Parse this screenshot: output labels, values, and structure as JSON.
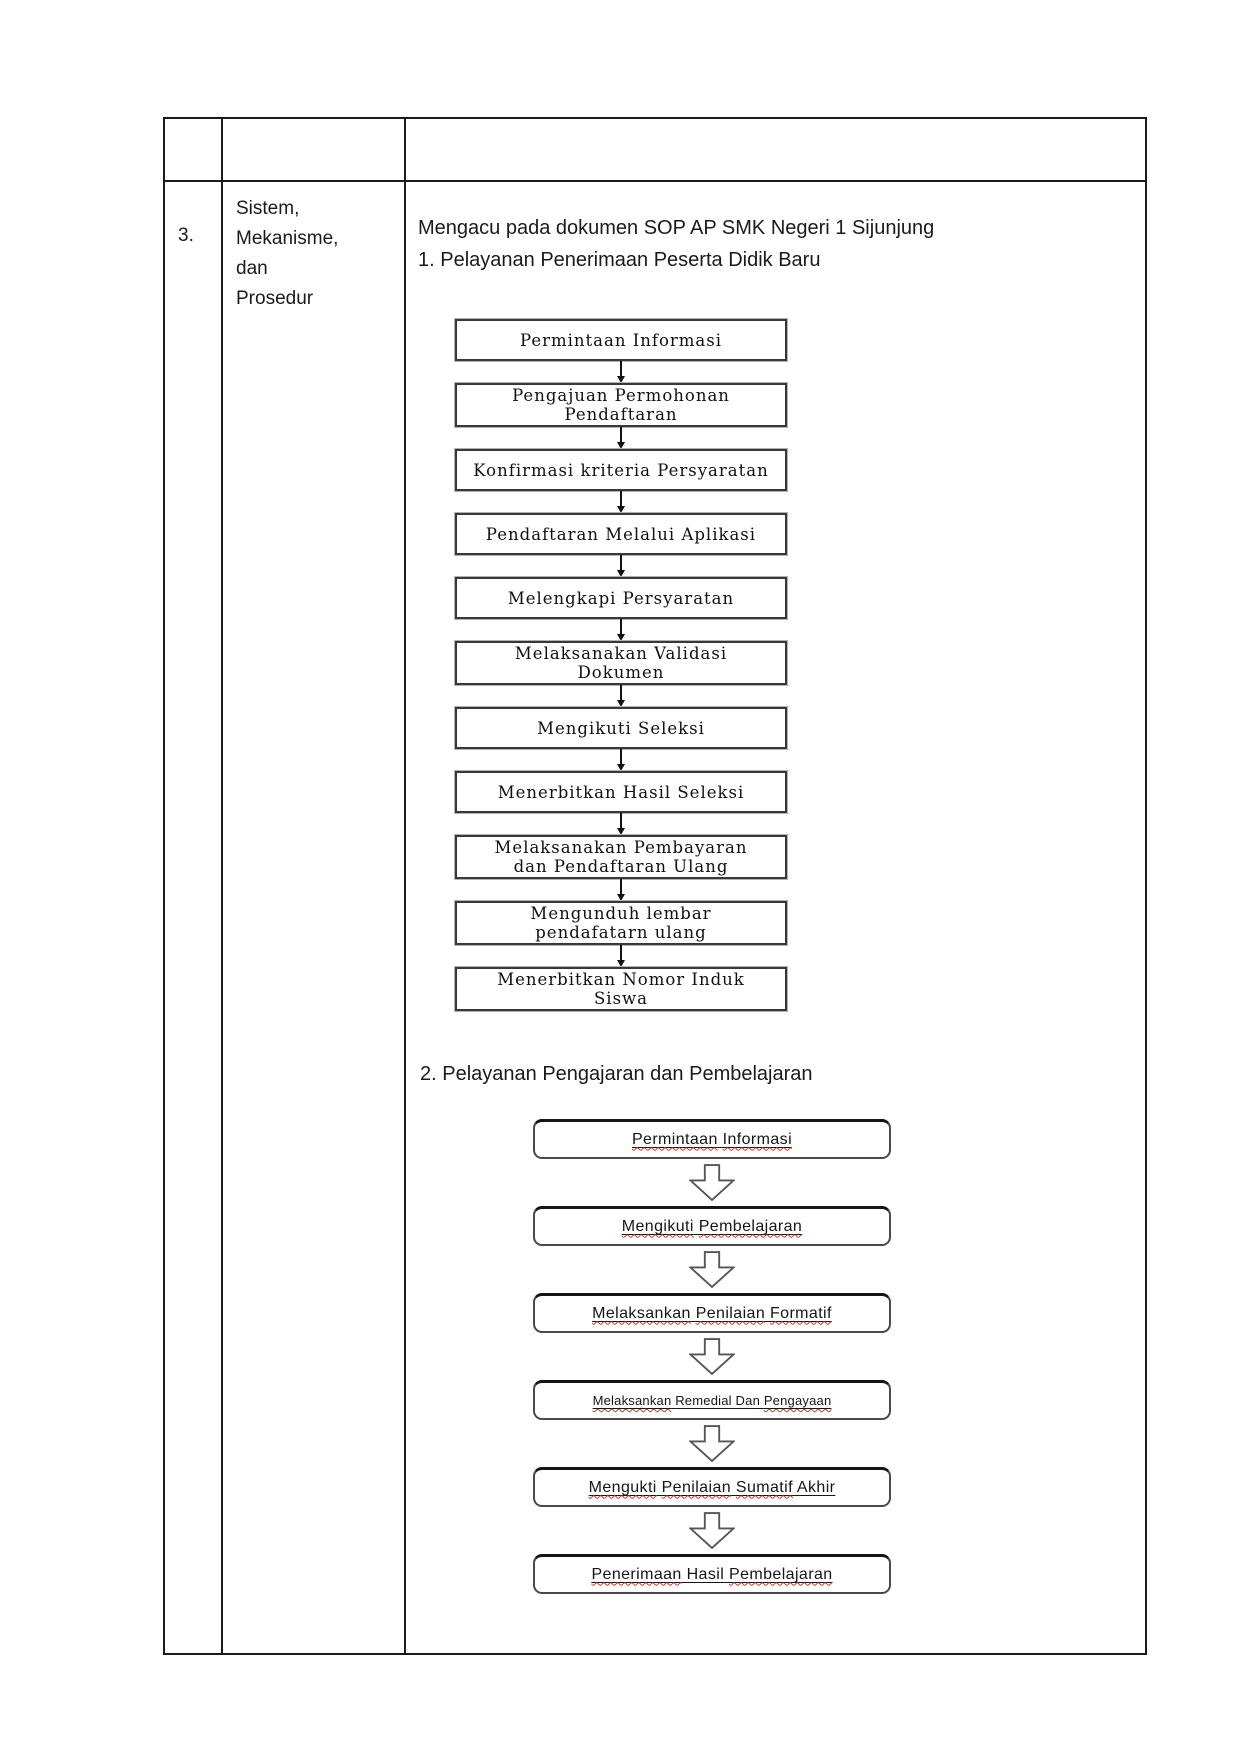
{
  "table": {
    "row_number": "3.",
    "label_lines": [
      "Sistem,",
      "Mekanisme,",
      "dan",
      "Prosedur"
    ],
    "content": {
      "intro": "Mengacu pada dokumen SOP AP SMK Negeri 1 Sijunjung",
      "section1_heading": "1. Pelayanan Penerimaan Peserta Didik Baru",
      "section2_heading": "2. Pelayanan Pengajaran dan Pembelajaran"
    }
  },
  "flowchart1": {
    "steps": [
      {
        "label": "Permintaan Informasi"
      },
      {
        "label": "Pengajuan Permohonan\nPendaftaran"
      },
      {
        "label": "Konfirmasi kriteria Persyaratan"
      },
      {
        "label": "Pendaftaran Melalui Aplikasi"
      },
      {
        "label": "Melengkapi Persyaratan"
      },
      {
        "label": "Melaksanakan Validasi\nDokumen"
      },
      {
        "label": "Mengikuti Seleksi"
      },
      {
        "label": "Menerbitkan Hasil Seleksi"
      },
      {
        "label": "Melaksanakan Pembayaran\ndan Pendaftaran Ulang"
      },
      {
        "label": "Mengunduh lembar\npendafatarn ulang"
      },
      {
        "label": "Menerbitkan Nomor Induk\nSiswa"
      }
    ]
  },
  "flowchart2": {
    "steps": [
      {
        "words": [
          {
            "t": "Permintaan",
            "misspelled": true
          },
          {
            "t": "Informasi",
            "misspelled": true
          }
        ]
      },
      {
        "words": [
          {
            "t": "Mengikuti",
            "misspelled": true
          },
          {
            "t": "Pembelajaran",
            "misspelled": true
          }
        ]
      },
      {
        "words": [
          {
            "t": "Melaksankan",
            "misspelled": true
          },
          {
            "t": "Penilaian",
            "misspelled": true
          },
          {
            "t": "Formatif",
            "misspelled": true
          }
        ]
      },
      {
        "words": [
          {
            "t": "Melaksankan",
            "misspelled": true
          },
          {
            "t": "Remedial",
            "misspelled": false
          },
          {
            "t": "Dan",
            "misspelled": false
          },
          {
            "t": "Pengayaan",
            "misspelled": true
          }
        ],
        "small": true
      },
      {
        "words": [
          {
            "t": "Mengukti",
            "misspelled": true
          },
          {
            "t": "Penilaian",
            "misspelled": true
          },
          {
            "t": "Sumatif",
            "misspelled": true
          },
          {
            "t": "Akhir",
            "misspelled": false
          }
        ]
      },
      {
        "words": [
          {
            "t": "Penerimaan",
            "misspelled": true
          },
          {
            "t": "Hasil",
            "misspelled": false
          },
          {
            "t": "Pembelajaran",
            "misspelled": true
          }
        ]
      }
    ]
  },
  "colors": {
    "table_border": "#1a1a1a",
    "flow1_box_border": "#383838",
    "flow2_box_border": "#4a4a4a",
    "arrow": "#111111",
    "spellcheck_red": "#c0392b"
  }
}
